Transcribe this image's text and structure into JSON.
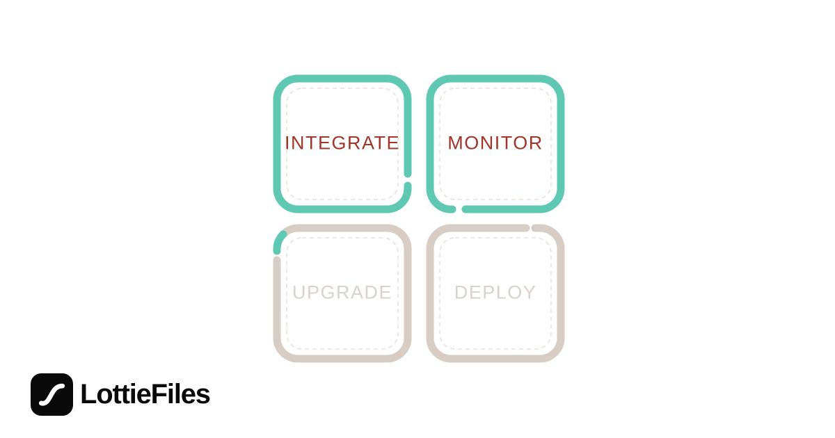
{
  "card": {
    "background": "#ffffff",
    "description": "Four rounded squares showing animation workflow steps"
  },
  "grid": {
    "cells": [
      {
        "label": "INTEGRATE",
        "state": "active",
        "border": "teal",
        "gap": "right-edge-lower"
      },
      {
        "label": "MONITOR",
        "state": "active",
        "border": "teal",
        "gap": "bottom-edge-left"
      },
      {
        "label": "UPGRADE",
        "state": "pending",
        "border": "beige",
        "gap": "left-edge-upper-with-teal-tick"
      },
      {
        "label": "DEPLOY",
        "state": "pending",
        "border": "beige",
        "gap": "top-edge-right"
      }
    ]
  },
  "colors": {
    "teal": "#5EC8B2",
    "beige": "#D7CDC4",
    "dashed": "#EBDFD7",
    "active_text": "#A2352A",
    "pending_text": "#DBD1C8",
    "logo_black": "#0A0A0A",
    "logo_curve": "#FFFFFF"
  },
  "logo": {
    "brand": "LottieFiles",
    "icon": "lottie-swash-icon"
  }
}
